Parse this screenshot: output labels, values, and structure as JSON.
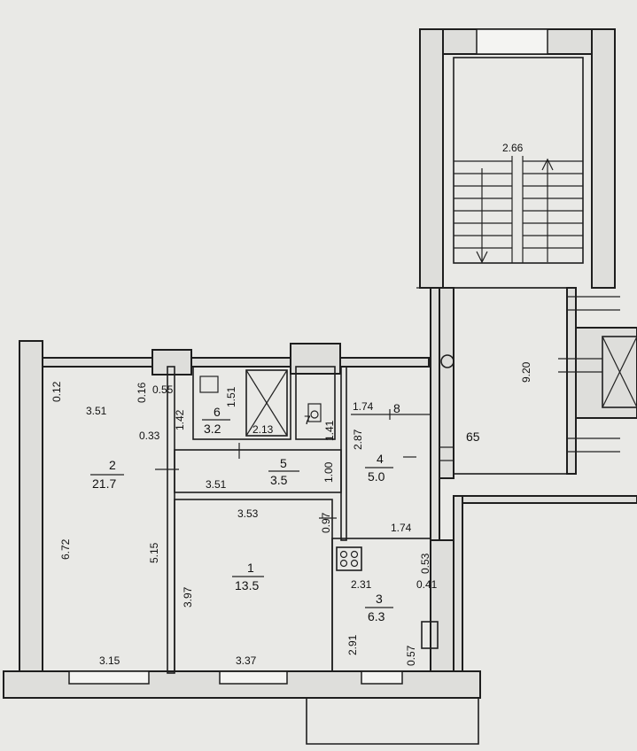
{
  "rooms": [
    {
      "num": "1",
      "area": "13.5"
    },
    {
      "num": "2",
      "area": "21.7"
    },
    {
      "num": "3",
      "area": "6.3"
    },
    {
      "num": "4",
      "area": "5.0"
    },
    {
      "num": "5",
      "area": "3.5"
    },
    {
      "num": "6",
      "area": "3.2"
    },
    {
      "num": "7"
    },
    {
      "num": "8"
    }
  ],
  "dimensions": {
    "d_266": "2.66",
    "d_920": "9.20",
    "d_65": "65",
    "d_012": "0.12",
    "d_016": "0.16",
    "d_351a": "3.51",
    "d_055": "0.55",
    "d_151": "1.51",
    "d_142": "1.42",
    "d_141": "1.41",
    "d_174a": "1.74",
    "d_033": "0.33",
    "d_213": "2.13",
    "d_287": "2.87",
    "d_351b": "3.51",
    "d_100": "1.00",
    "d_672": "6.72",
    "d_515": "5.15",
    "d_353": "3.53",
    "d_097": "0.97",
    "d_174b": "1.74",
    "d_053": "0.53",
    "d_231": "2.31",
    "d_041": "0.41",
    "d_397": "3.97",
    "d_291": "2.91",
    "d_057": "0.57",
    "d_315": "3.15",
    "d_337": "3.37"
  }
}
